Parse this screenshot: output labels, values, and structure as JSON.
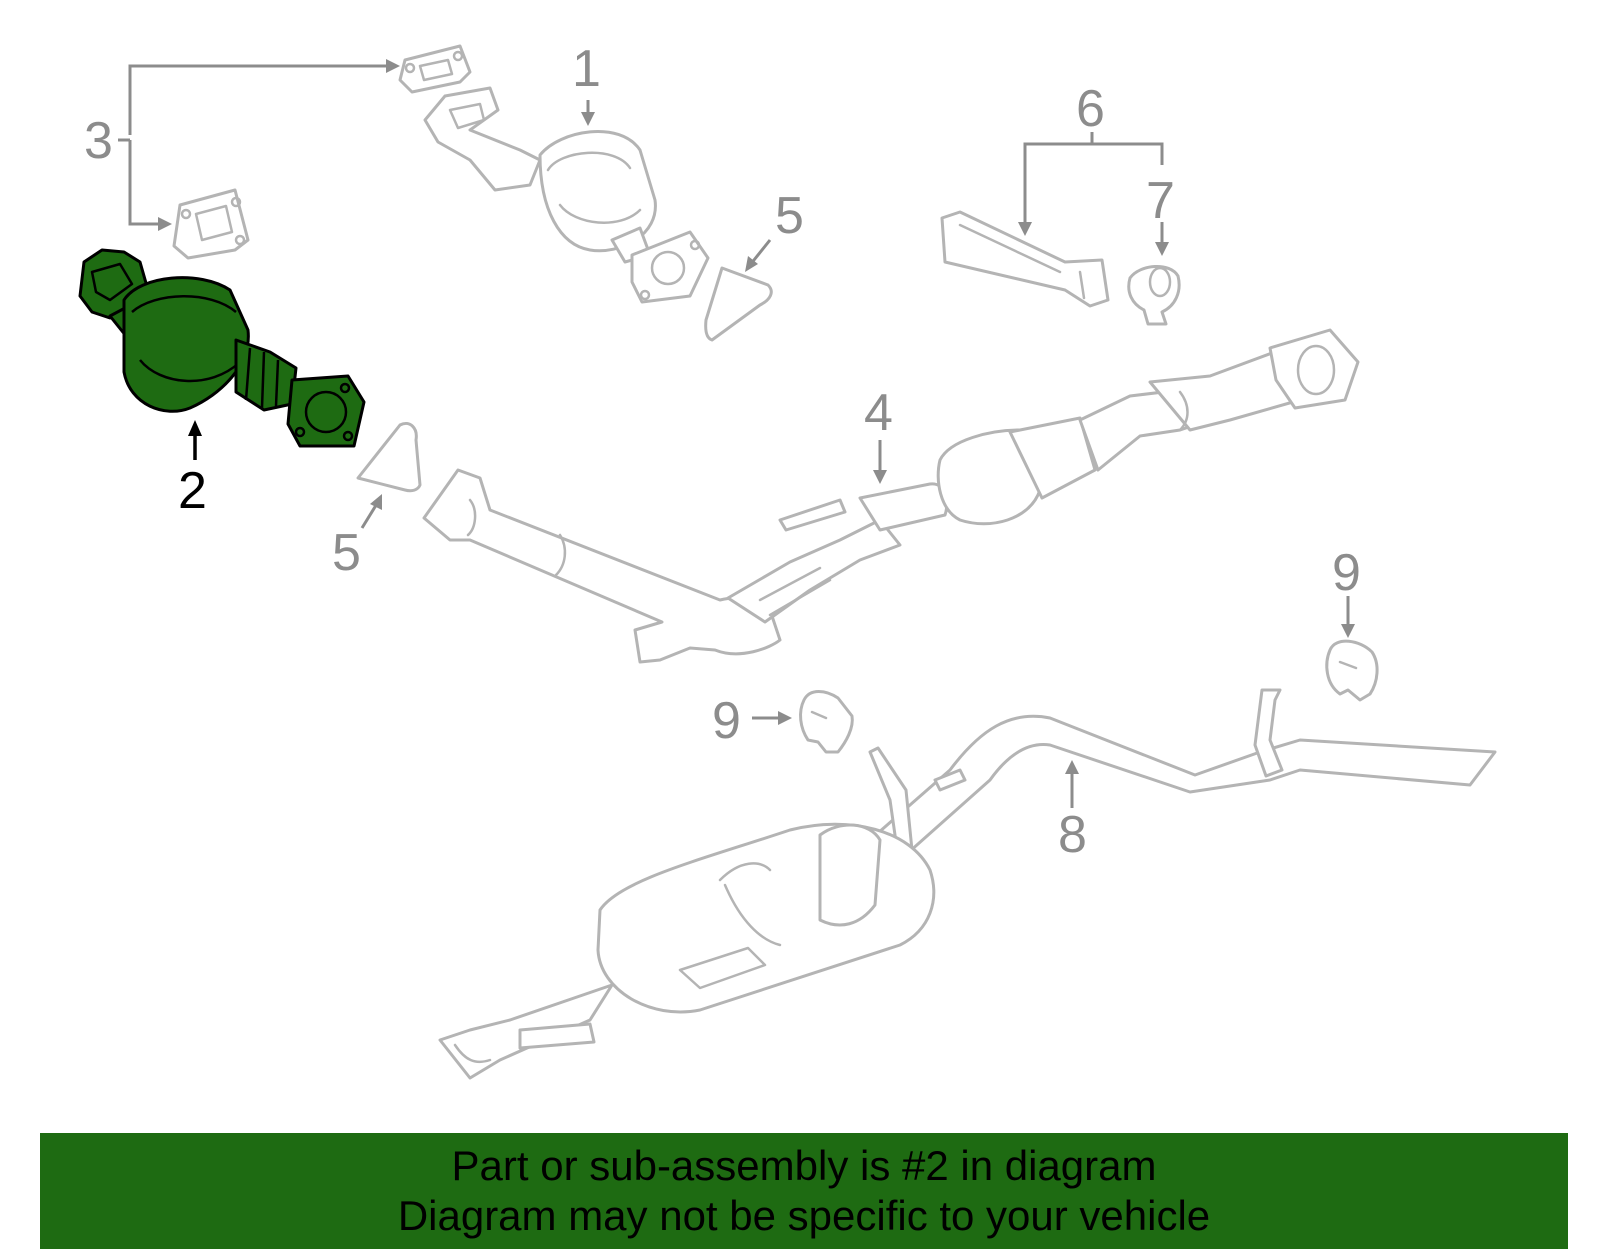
{
  "callouts": {
    "c1": "1",
    "c2": "2",
    "c3": "3",
    "c4": "4",
    "c5a": "5",
    "c5b": "5",
    "c6": "6",
    "c7": "7",
    "c8": "8",
    "c9a": "9",
    "c9b": "9"
  },
  "highlighted_part": "2",
  "banner": {
    "line1": "Part or sub-assembly is #2 in diagram",
    "line2": "Diagram may not be specific to your vehicle"
  },
  "colors": {
    "highlight": "#1e6b12",
    "part_outline": "#b4b4b4",
    "callout": "#8c8c8c"
  }
}
